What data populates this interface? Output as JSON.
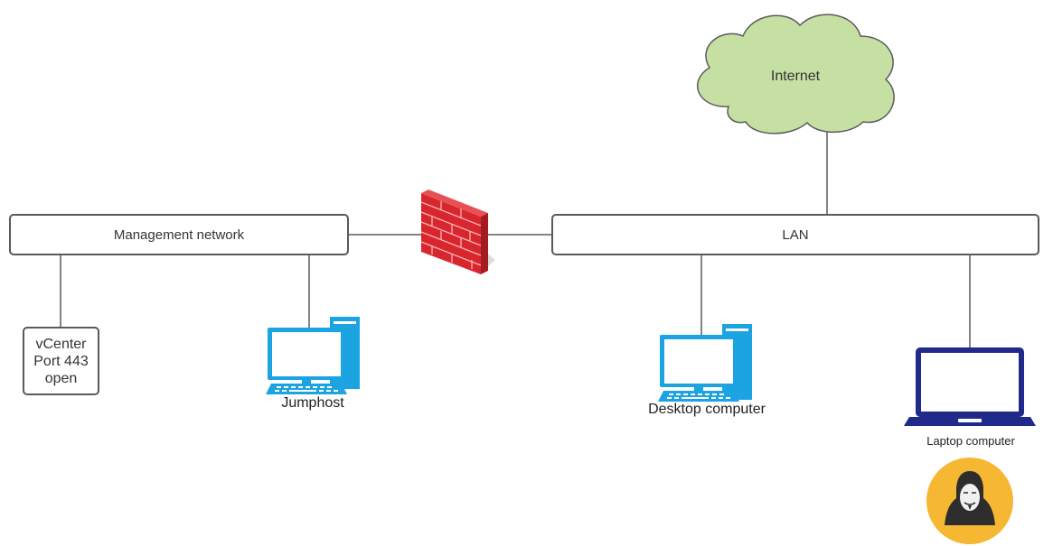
{
  "diagram": {
    "internet": {
      "label": "Internet",
      "fill": "#c6e0a4",
      "stroke": "#5b5b5b"
    },
    "management_network": {
      "label": "Management network"
    },
    "lan": {
      "label": "LAN"
    },
    "vcenter": {
      "line1": "vCenter",
      "line2": "Port 443",
      "line3": "open"
    },
    "jumphost": {
      "label": "Jumphost",
      "icon": "desktop-computer-icon"
    },
    "desktop": {
      "label": "Desktop computer",
      "icon": "desktop-computer-icon"
    },
    "laptop": {
      "label": "Laptop computer",
      "icon": "laptop-icon"
    },
    "firewall": {
      "icon": "firewall-icon",
      "color": "#d9262e"
    },
    "attacker": {
      "icon": "hacker-avatar-icon",
      "color": "#f6b732"
    },
    "colors": {
      "line": "#5b5b5b",
      "computer_blue": "#1ca4e2",
      "laptop_navy": "#1f2a8a"
    }
  }
}
